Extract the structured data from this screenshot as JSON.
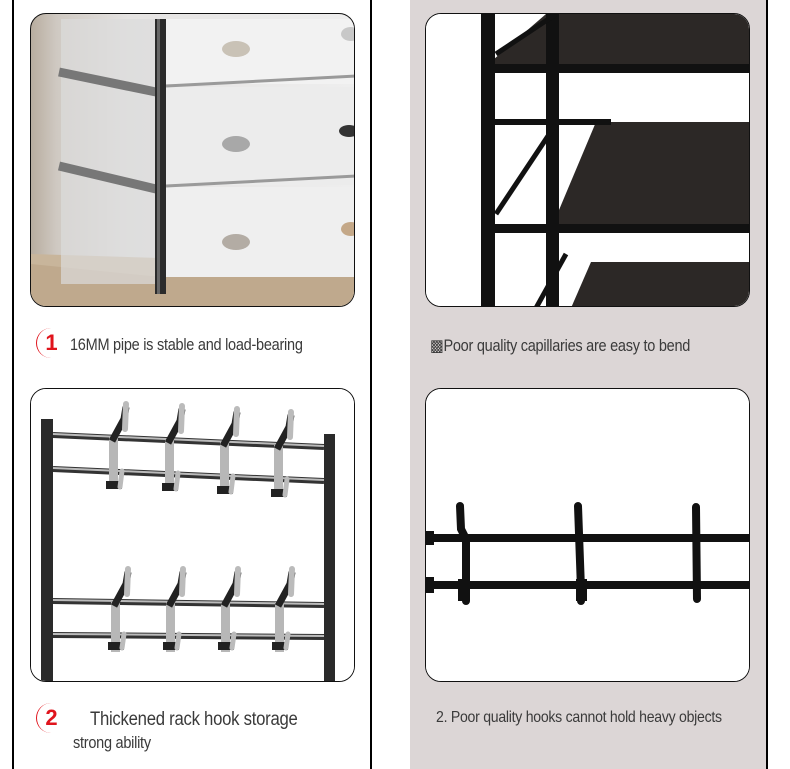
{
  "panels": {
    "good": {
      "items": [
        {
          "badge": "1",
          "caption": "16MM pipe is stable and load-bearing"
        },
        {
          "badge": "2",
          "caption": "Thickened rack hook storage",
          "caption_line2": "strong ability"
        }
      ]
    },
    "poor": {
      "items": [
        {
          "caption": "▩Poor quality capillaries are easy to bend"
        },
        {
          "caption": "2. Poor quality hooks cannot hold heavy objects"
        }
      ]
    }
  },
  "colors": {
    "accent_red": "#e0141c",
    "right_panel_bg": "#dcd6d6",
    "caption_text": "#3a3a3a"
  }
}
